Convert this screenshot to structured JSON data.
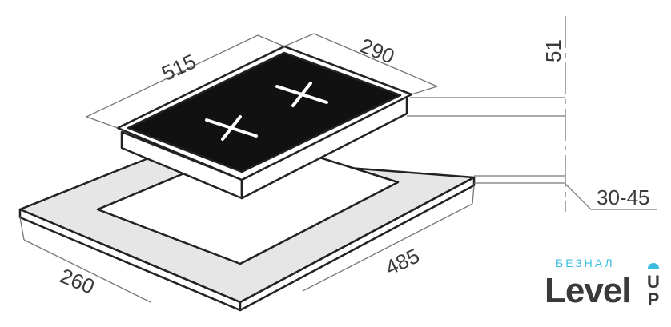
{
  "dimensions": {
    "hob_width": "515",
    "hob_depth": "290",
    "hob_height": "51",
    "countertop_thickness": "30-45",
    "cutout_width": "485",
    "cutout_depth": "260"
  },
  "logo": {
    "small_text": "БЕЗНАЛ",
    "main_text": "Level",
    "side_text_1": "U",
    "side_text_2": "P",
    "accent_color": "#3bbde0"
  }
}
